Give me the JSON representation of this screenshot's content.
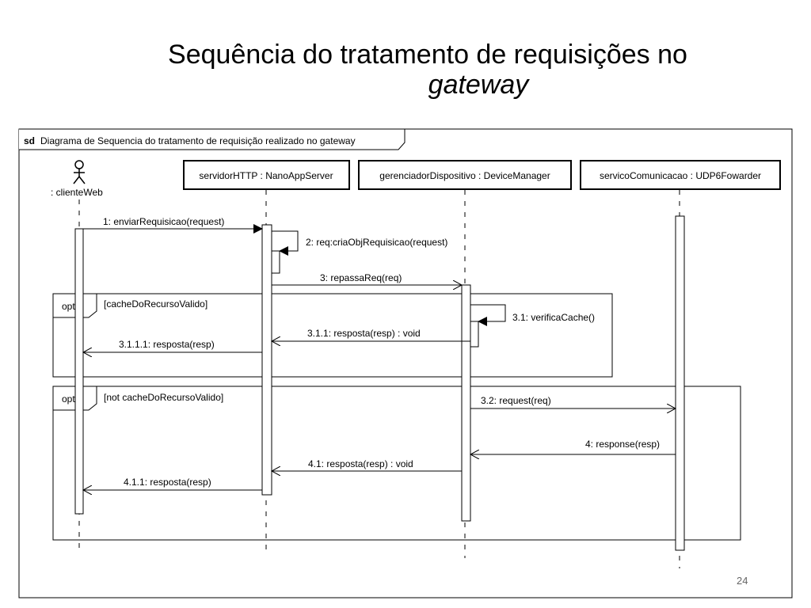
{
  "slide": {
    "title_line1": "Sequência do tratamento de requisições no",
    "title_line2": "gateway",
    "page_number": "24"
  },
  "diagram": {
    "frame_keyword": "sd",
    "frame_title": "Diagrama de Sequencia do tratamento de requisição realizado no gateway",
    "actor": ": clienteWeb",
    "lifelines": [
      ": clienteWeb",
      "servidorHTTP : NanoAppServer",
      "gerenciadorDispositivo : DeviceManager",
      "servicoComunicacao : UDP6Fowarder"
    ],
    "fragments": [
      {
        "operator": "opt",
        "guard": "[cacheDoRecursoValido]"
      },
      {
        "operator": "opt",
        "guard": "[not cacheDoRecursoValido]"
      }
    ],
    "messages": [
      "1: enviarRequisicao(request)",
      "2: req:criaObjRequisicao(request)",
      "3: repassaReq(req)",
      "3.1: verificaCache()",
      "3.1.1: resposta(resp) : void",
      "3.1.1.1: resposta(resp)",
      "3.2: request(req)",
      "4: response(resp)",
      "4.1: resposta(resp) : void",
      "4.1.1: resposta(resp)"
    ]
  }
}
